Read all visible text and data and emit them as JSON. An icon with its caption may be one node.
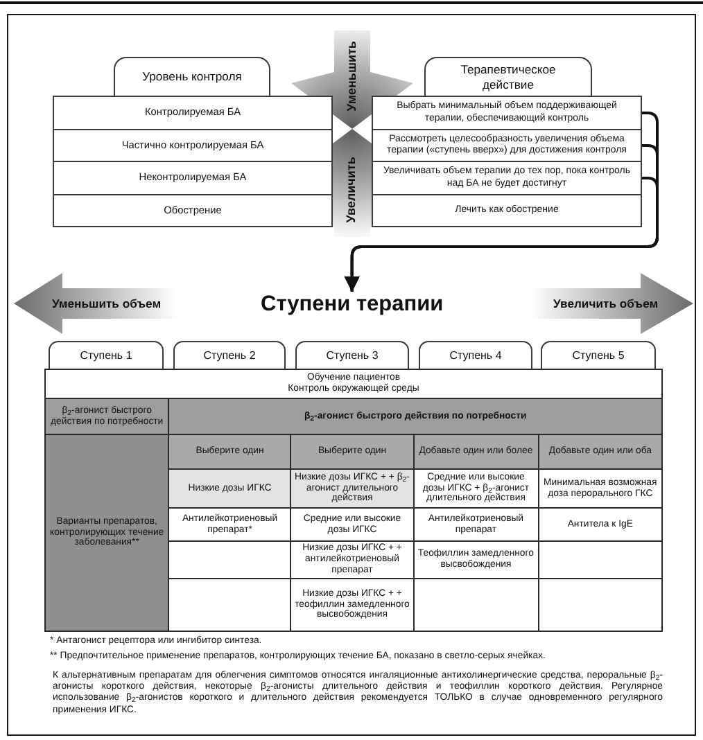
{
  "diagram": {
    "nodes": [
      {
        "text": [
          "Уровень контроля"
        ]
      },
      {
        "text": [
          "Контролируемая БА"
        ]
      },
      {
        "text": [
          "Частично контролируемая БА"
        ]
      },
      {
        "text": [
          "Неконтролируемая БА"
        ]
      },
      {
        "text": [
          "Обострение"
        ]
      },
      {
        "text": [
          "Терапевтическое действие"
        ]
      },
      {
        "text": [
          "Выбрать минимальный объем поддерживающей терапии, обеспечивающий контроль"
        ]
      },
      {
        "text": [
          "Рассмотреть целесообразность увеличения объема терапии («ступень вверх») для достижения контроля"
        ]
      },
      {
        "text": [
          "Увеличивать объем терапии до тех пор, пока контроль над БА не будет достигнут"
        ]
      },
      {
        "text": [
          "Лечить как обострение"
        ]
      },
      {
        "text": [
          "Ступени терапии"
        ]
      },
      {
        "text": [
          "Ступень 1"
        ]
      },
      {
        "text": [
          "Ступень 2"
        ]
      },
      {
        "text": [
          "Ступень 3"
        ]
      },
      {
        "text": [
          "Ступень 4"
        ]
      },
      {
        "text": [
          "Ступень 5"
        ]
      }
    ],
    "edges": [
      {
        "from": 6,
        "to": 10,
        "arrow": "to"
      },
      {
        "from": 7,
        "to": 10,
        "arrow": "to"
      },
      {
        "from": 8,
        "to": 10,
        "arrow": "to"
      }
    ],
    "labels": [
      "Уменьшить",
      "Увеличить",
      "Уменьшить объем",
      "Увеличить объем",
      "Обучение пациентов",
      "Контроль окружающей среды",
      "β$_{2}$-агонист быстрого действия по потребности",
      "β$_{2}$-агонист быстрого действия по потребности",
      "Варианты препаратов, контролирующих течение заболевания**",
      "Выберите один",
      "Выберите один",
      "Добавьте один или более",
      "Добавьте один или оба",
      "Низкие дозы ИГКС",
      "Низкие дозы ИГКС + + β$_{2}$-агонист длительного действия",
      "Средние или высокие дозы ИГКС + β$_{2}$-агонист длительного действия",
      "Минимальная возможная доза перорального ГКС",
      "Антилейкотриеновый препарат*",
      "Средние или высокие дозы ИГКС",
      "Антилейкотриеновый препарат",
      "Антитела к IgE",
      "Низкие дозы ИГКС + + антилейкотриеновый препарат",
      "Теофиллин замедленного высвобождения",
      "Низкие дозы ИГКС + + теофиллин замедленного высвобождения",
      "* Антагонист рецептора или ингибитор синтеза.",
      "** Предпочтительное применение препаратов, контролирующих течение БА, показано в светло-серых ячейках.",
      "К альтернативным препаратам для облегчения симптомов относятся ингаляционные антихолинергические средства, пероральные β$_{2}$-агонисты короткого действия, некоторые β$_{2}$-агонисты длительного действия и теофиллин короткого действия. Регулярное использование β$_{2}$-агонистов короткого и длительного действия рекомендуется ТОЛЬКО в случае одновременного регулярного применения ИГКС."
    ]
  }
}
